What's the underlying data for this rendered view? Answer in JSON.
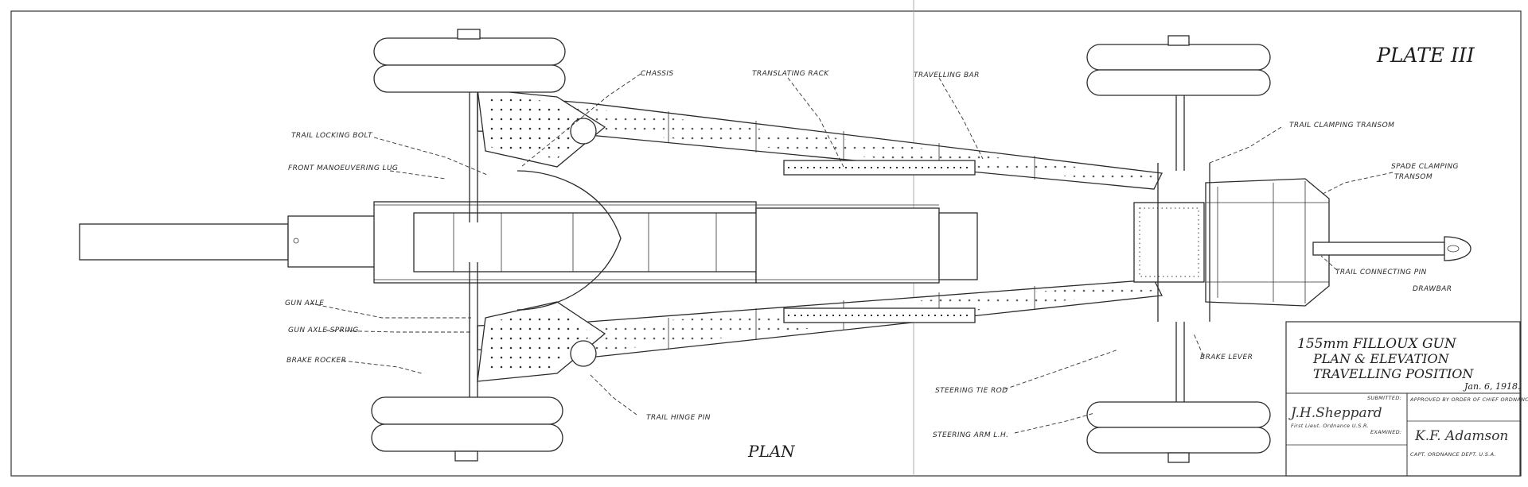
{
  "sheet": {
    "plate": "PLATE III",
    "view_label": "PLAN"
  },
  "labels": {
    "chassis": "CHASSIS",
    "translating_rack": "TRANSLATING RACK",
    "travelling_bar": "TRAVELLING BAR",
    "trail_locking_bolt": "TRAIL LOCKING BOLT",
    "front_maneuvering_lug": "FRONT MANOEUVERING LUG",
    "trail_clamping_transom": "TRAIL CLAMPING TRANSOM",
    "spade_clamping_transom_1": "SPADE CLAMPING",
    "spade_clamping_transom_2": "TRANSOM",
    "trail_connecting_pin": "TRAIL CONNECTING PIN",
    "drawbar": "DRAWBAR",
    "gun_axle": "GUN AXLE",
    "gun_axle_spring": "GUN AXLE SPRING",
    "brake_rocker": "BRAKE ROCKER",
    "trail_hinge_pin": "TRAIL HINGE PIN",
    "steering_tie_rod": "STEERING TIE ROD",
    "steering_arm": "STEERING ARM L.H.",
    "brake_lever": "BRAKE LEVER"
  },
  "title_block": {
    "title_line1": "155mm FILLOUX GUN",
    "title_line2": "PLAN & ELEVATION",
    "title_line3": "TRAVELLING POSITION",
    "date": "Jan. 6, 1918.",
    "submitted_label": "SUBMITTED:",
    "submitted_signature": "J.H.Sheppard",
    "submitted_rank": "First Lieut. Ordnance U.S.R.",
    "examined_label": "EXAMINED:",
    "approved_label": "APPROVED BY ORDER OF CHIEF ORDNANCE OFFICER A.E.F.",
    "approved_signature": "K.F. Adamson",
    "approved_rank": "CAPT. ORDNANCE DEPT. U.S.A."
  }
}
